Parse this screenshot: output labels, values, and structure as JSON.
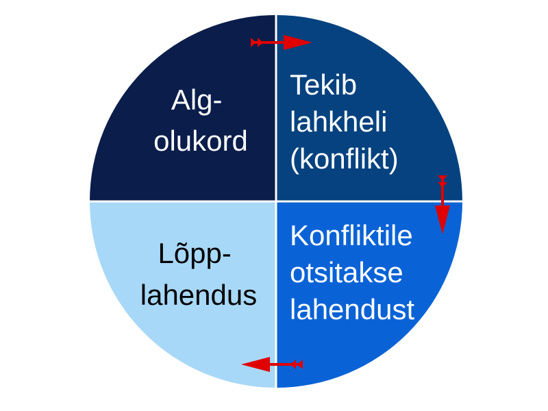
{
  "colors": {
    "top_left": "#0b1d4a",
    "top_right": "#05427f",
    "bottom_right": "#0a63d6",
    "bottom_left": "#a8d8f8",
    "divider": "#ffffff",
    "arrow": "#e00000",
    "text_light": "#ffffff",
    "text_dark": "#000000"
  },
  "quadrants": {
    "top_left": {
      "line1": "Alg-",
      "line2": "olukord"
    },
    "top_right": {
      "line1": "Tekib",
      "line2": "lahkheli",
      "line3": "(konflikt)"
    },
    "bottom_right": {
      "line1": "Konfliktile",
      "line2": "otsitakse",
      "line3": "lahendust"
    },
    "bottom_left": {
      "line1": "Lõpp-",
      "line2": "lahendus"
    }
  },
  "arrows": [
    {
      "direction": "right",
      "from": "top_left",
      "to": "top_right"
    },
    {
      "direction": "down",
      "from": "top_right",
      "to": "bottom_right"
    },
    {
      "direction": "left",
      "from": "bottom_right",
      "to": "bottom_left"
    }
  ]
}
